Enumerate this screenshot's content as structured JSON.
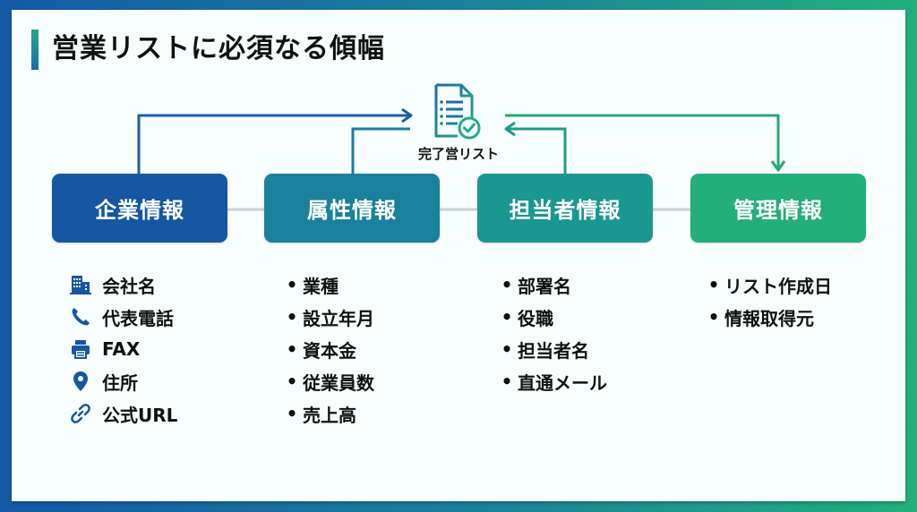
{
  "title": "営業リストに必須なる傾幅",
  "center": {
    "icon": "document-check-icon",
    "label": "完了営リスト"
  },
  "categories": [
    {
      "label": "企業情報",
      "color": "#1557a0",
      "items": [
        {
          "icon": "building-icon",
          "label": "会社名"
        },
        {
          "icon": "phone-icon",
          "label": "代表電話"
        },
        {
          "icon": "printer-icon",
          "label": "FAX"
        },
        {
          "icon": "map-pin-icon",
          "label": "住所"
        },
        {
          "icon": "link-icon",
          "label": "公式URL"
        }
      ]
    },
    {
      "label": "属性情報",
      "color": "#1a819c",
      "items": [
        {
          "label": "業種"
        },
        {
          "label": "設立年月"
        },
        {
          "label": "資本金"
        },
        {
          "label": "従業員数"
        },
        {
          "label": "売上高"
        }
      ]
    },
    {
      "label": "担当者情報",
      "color": "#1a9790",
      "items": [
        {
          "label": "部署名"
        },
        {
          "label": "役職"
        },
        {
          "label": "担当者名"
        },
        {
          "label": "直通メール"
        }
      ]
    },
    {
      "label": "管理情報",
      "color": "#24ae7a",
      "items": [
        {
          "label": "リスト作成日"
        },
        {
          "label": "情報取得元"
        }
      ]
    }
  ],
  "bullet": "•",
  "colors": {
    "frame_start": "#1459a6",
    "frame_end": "#23b07c"
  }
}
